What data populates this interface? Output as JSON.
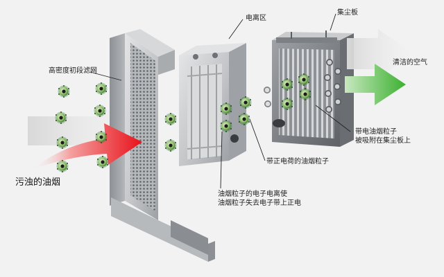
{
  "labels": {
    "primary_filter": "高密度初段滤网",
    "dirty_smoke": "污浊的油烟",
    "ionization_zone": "电离区",
    "collector_plate": "集尘板",
    "clean_air": "清洁的空气",
    "positive_particles": "带正电荷的油烟粒子",
    "ionization_note": [
      "油烟粒子的电子电离使",
      "油烟粒子失去电子带上正电"
    ],
    "charged_adsorbed": [
      "带电油烟粒子",
      "被吸附在集尘板上"
    ]
  },
  "colors": {
    "dirty_arrow": "#e8111a",
    "clean_arrow": "#3cb030",
    "metal": "#c4c6c9",
    "particle": "#3f8f32"
  }
}
